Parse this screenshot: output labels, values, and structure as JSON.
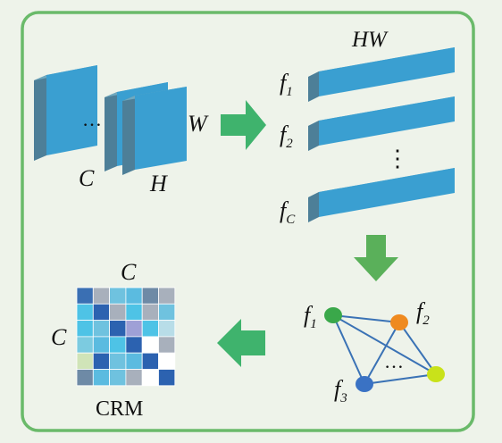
{
  "colors": {
    "frame": "#6aba6a",
    "background": "#eef3ea",
    "block_front": "#3a9fd1",
    "block_side": "#4d7f98",
    "block_top": "#6fa9c0",
    "arrow": "#3fb36d",
    "arrow_down": "#5ab05a",
    "graph_edge": "#3a72b5"
  },
  "feature_map": {
    "c_label": "C",
    "h_label": "H",
    "w_label": "W",
    "ellipsis": "…"
  },
  "vectors": {
    "hw_label": "HW",
    "f1": "f",
    "f1_sub": "1",
    "f2": "f",
    "f2_sub": "2",
    "fc": "f",
    "fc_sub": "C",
    "vdots": "⋮"
  },
  "graph": {
    "nodes": [
      {
        "name": "f",
        "sub": "1",
        "color": "#3aa84a"
      },
      {
        "name": "f",
        "sub": "2",
        "color": "#ef8a1f"
      },
      {
        "name": "f",
        "sub": "3",
        "color": "#3a72c4"
      },
      {
        "name": "",
        "sub": "",
        "color": "#c9e21a"
      }
    ],
    "ellipsis": "…"
  },
  "crm": {
    "top_label": "C",
    "left_label": "C",
    "caption": "CRM",
    "cells": [
      [
        "#3a6fb3",
        "#a8b0bc",
        "#6fc2df",
        "#5bbbe0",
        "#6e8aa6",
        "#a8b0bc"
      ],
      [
        "#4ec3e6",
        "#2c62b0",
        "#a8b0bc",
        "#4ec3e6",
        "#a8b0bc",
        "#6fc2df"
      ],
      [
        "#4ec3e6",
        "#6fc2df",
        "#2c62b0",
        "#9fa0d6",
        "#4ec3e6",
        "#b8dde8"
      ],
      [
        "#7ccbe0",
        "#5bbbe0",
        "#4ec3e6",
        "#2c62b0",
        "#ffffff",
        "#a8b0bc"
      ],
      [
        "#d0e4b8",
        "#2c62b0",
        "#6fc2df",
        "#5bbbe0",
        "#2c62b0",
        "#ffffff"
      ],
      [
        "#6e8aa6",
        "#5bbbe0",
        "#6fc2df",
        "#a8b0bc",
        "#ffffff",
        "#2c62b0"
      ]
    ]
  }
}
